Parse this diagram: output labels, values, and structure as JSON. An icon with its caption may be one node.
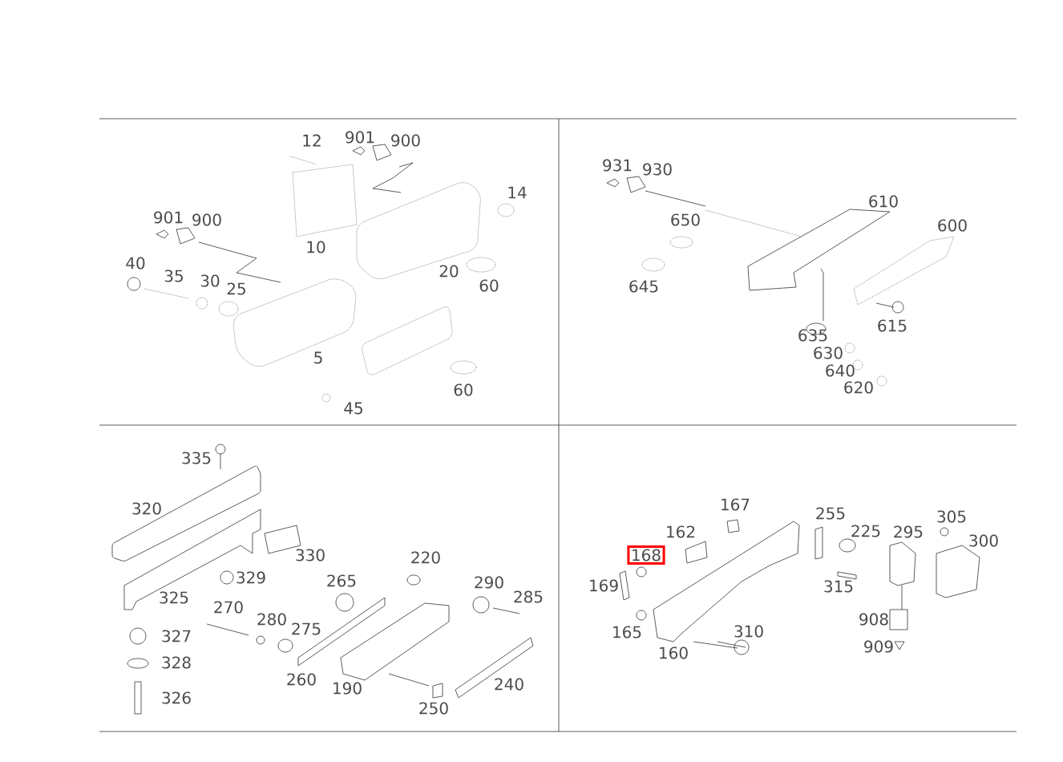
{
  "diagram": {
    "nodes": [
      {
        "text": [
          "168"
        ]
      }
    ],
    "labels": [
      "12",
      "901",
      "900",
      "14",
      "901",
      "900",
      "10",
      "40",
      "35",
      "30",
      "20",
      "25",
      "60",
      "5",
      "60",
      "45",
      "931",
      "930",
      "610",
      "650",
      "600",
      "645",
      "615",
      "635",
      "630",
      "640",
      "620",
      "335",
      "320",
      "330",
      "220",
      "329",
      "265",
      "290",
      "325",
      "285",
      "270",
      "280",
      "275",
      "327",
      "328",
      "260",
      "190",
      "240",
      "326",
      "250",
      "167",
      "255",
      "305",
      "162",
      "225",
      "295",
      "300",
      "169",
      "315",
      "908",
      "165",
      "310",
      "909",
      "160"
    ]
  }
}
